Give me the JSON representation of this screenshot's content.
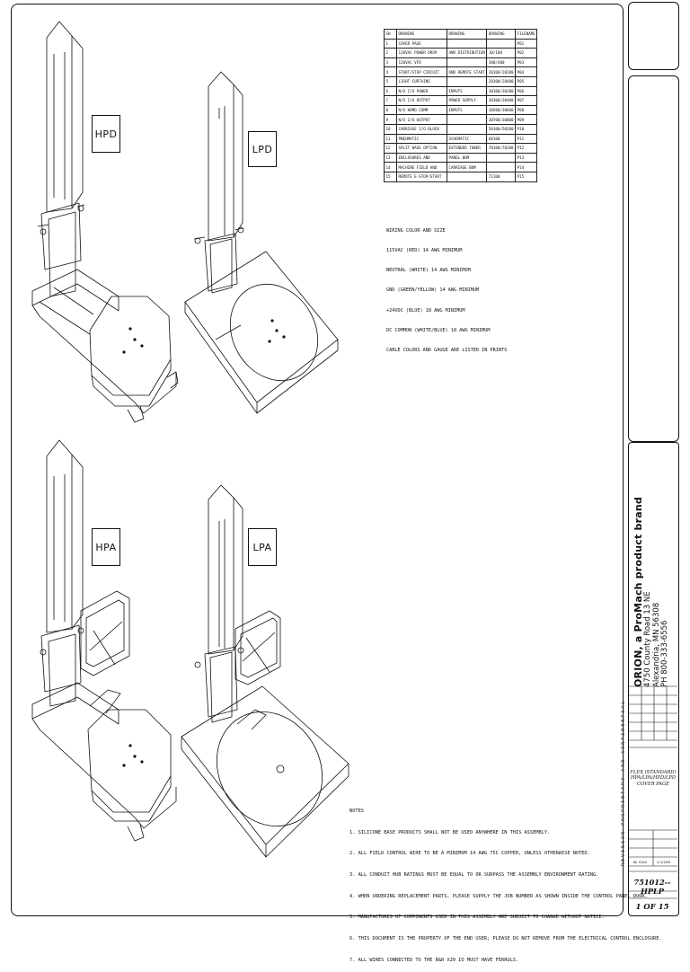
{
  "drawings": {
    "hpd_label": "HPD",
    "lpd_label": "LPD",
    "hpa_label": "HPA",
    "lpa_label": "LPA"
  },
  "index_table": {
    "rows": [
      [
        "SH",
        "DRAWING",
        "DRAWING",
        "DRAWING",
        "FILENAME"
      ],
      [
        "1",
        "COVER PAGE",
        "",
        "",
        "P01"
      ],
      [
        "2",
        "120VAC POWER DROP",
        "AND DISTRIBUTION",
        "10/100",
        "P02"
      ],
      [
        "3",
        "120VAC VFD",
        "",
        "300/400",
        "P03"
      ],
      [
        "4",
        "START/STOP CIRCUIT",
        "AND REMOTE START",
        "20100/20200",
        "P04"
      ],
      [
        "5",
        "LIGHT CURTAINS",
        "",
        "20300/20400",
        "P05"
      ],
      [
        "6",
        "N/O I/O POWER",
        "INPUTS",
        "30100/30200",
        "P06"
      ],
      [
        "7",
        "N/O I/O OUTPUT",
        "POWER SUPPLY",
        "30300/30400",
        "P07"
      ],
      [
        "8",
        "N/O HUMO COMM",
        "INPUTS",
        "30500/30600",
        "P08"
      ],
      [
        "9",
        "N/O I/O OUTPUT",
        "",
        "30700/30800",
        "P09"
      ],
      [
        "10",
        "CARRIAGE I/O BLOCK",
        "",
        "50100/50200",
        "P10"
      ],
      [
        "11",
        "PNEUMATIC",
        "SCHEMATIC",
        "60100",
        "P11"
      ],
      [
        "12",
        "SPLIT BASE OPTION",
        "EXTENDED TOWER",
        "70100/70200",
        "P12"
      ],
      [
        "13",
        "ENCLOSURES AND",
        "PANEL BOM",
        "",
        "P13"
      ],
      [
        "14",
        "MACHINE FIELD AND",
        "CARRIAGE BOM",
        "",
        "P14"
      ],
      [
        "15",
        "REMOTE E-STOP/START",
        "",
        "71100",
        "P15"
      ]
    ]
  },
  "wiring": {
    "lines": [
      "WIRING COLOR AND SIZE",
      "115VAC (RED) 14 AWG MINIMUM",
      "NEUTRAL (WHITE) 14 AWG MINIMUM",
      "GND (GREEN/YELLOW) 14 AWG MINIMUM",
      "+24VDC (BLUE) 18 AWG MINIMUM",
      "DC COMMON (WHITE/BLUE) 18 AWG MINIMUM",
      "CABLE COLORS AND GAUGE ARE LISTED IN PRINTS"
    ]
  },
  "notes": {
    "lines": [
      "NOTES",
      "1. SILICONE BASE PRODUCTS SHALL NOT BE USED ANYWHERE IN THIS ASSEMBLY.",
      "2. ALL FIELD CONTROL WIRE TO BE A MINIMUM 14 AWG 75C COPPER, UNLESS OTHERWISE NOTED.",
      "3. ALL CONDUIT HUB RATINGS MUST BE EQUAL TO OR SURPASS THE ASSEMBLY ENVIRONMENT RATING.",
      "4. WHEN ORDERING REPLACEMENT PARTS, PLEASE SUPPLY THE JOB NUMBER AS SHOWN INSIDE THE CONTROL PANEL DOOR.",
      "5. MANUFACTURES OF COMPONENTS USED IN THIS ASSEMBLY ARE SUBJECT TO CHANGE WITHOUT NOTICE.",
      "6. THIS DOCUMENT IS THE PROPERTY OF THE END USER; PLEASE DO NOT REMOVE FROM THE ELECTRICAL CONTROL ENCLOSURE.",
      "7. ALL WIRES CONNECTED TO THE B&R X20 IO MUST HAVE FERRULS."
    ]
  },
  "title_block": {
    "brand": "ORION, a ProMach product brand",
    "address1": "4750 County Road 13 NE",
    "address2": "Alexandria, MN 56308",
    "phone": "PH 800-333-6556",
    "title_line1": "FLEX (STANDARD)",
    "title_line2": "HPA/LPA/HPD/LPD",
    "title_line3": "COVER PAGE",
    "no_scale": "NO SCALE",
    "date": "1/4/2019",
    "dwg_number": "751012--HPLP",
    "sheet": "1 OF 15",
    "side_text": "REVISION PROPRIETARY AND CONFIDENTIAL"
  }
}
